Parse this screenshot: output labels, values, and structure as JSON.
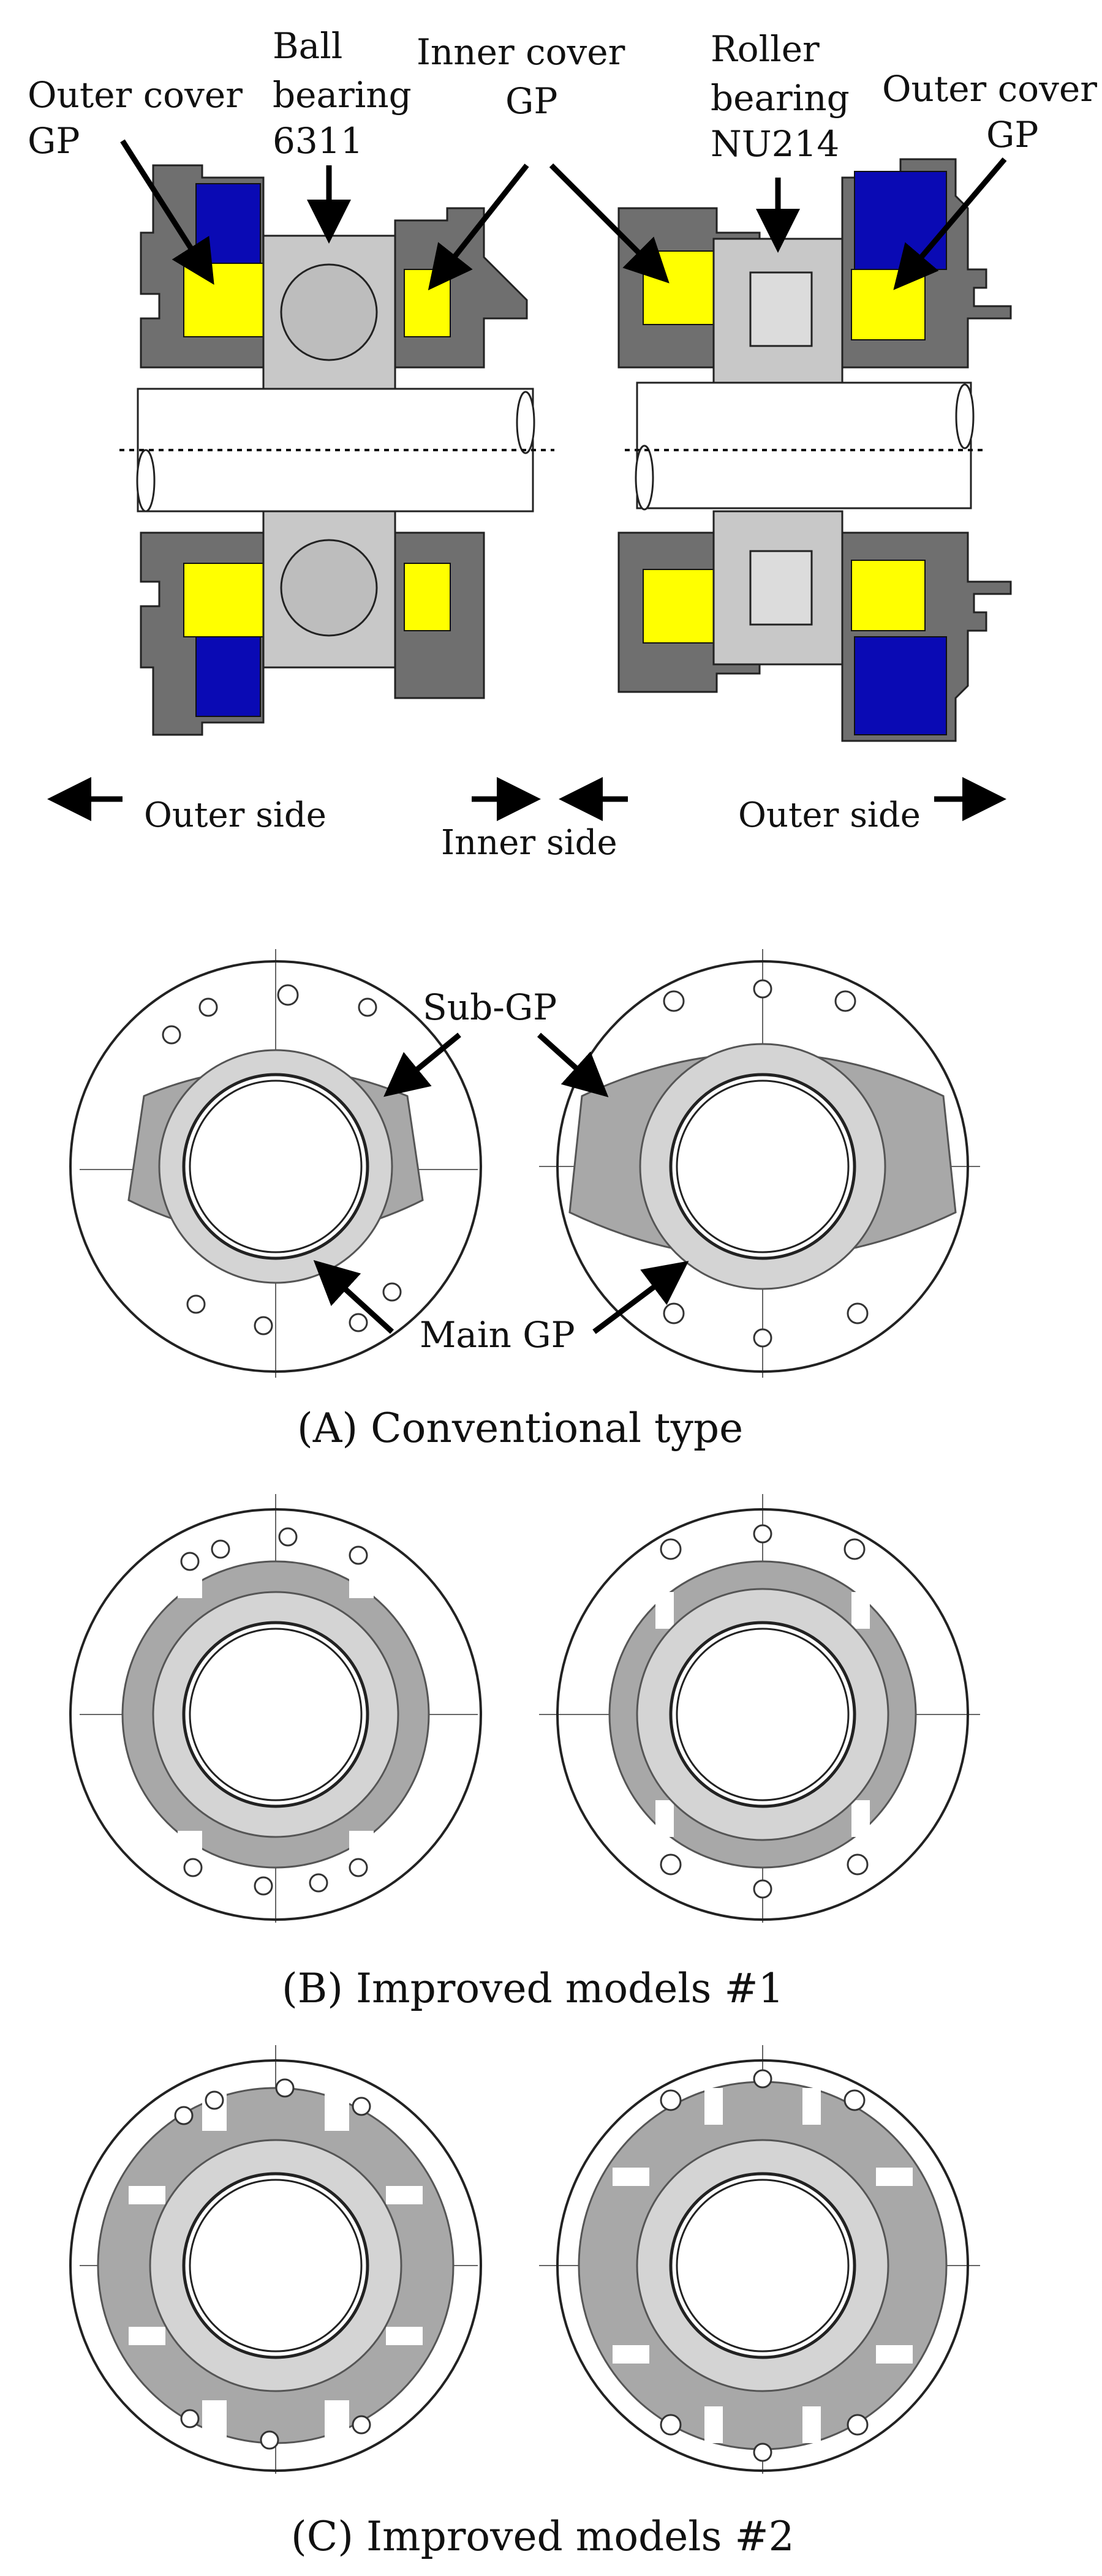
{
  "colors": {
    "yellow": "#ffff00",
    "blue": "#0a0ab4",
    "dark_gray": "#6f6f6f",
    "light_gray": "#c8c8c8",
    "gp_gray": "#a8a8a8",
    "gp_light": "#d4d4d4"
  },
  "top_labels": {
    "outer_cover_left": [
      "Outer cover",
      "GP"
    ],
    "ball_bearing": [
      "Ball",
      "bearing",
      "6311"
    ],
    "inner_cover": [
      "Inner cover",
      "GP"
    ],
    "roller_bearing": [
      "Roller",
      "bearing",
      "NU214"
    ],
    "outer_cover_right": [
      "Outer cover",
      "GP"
    ]
  },
  "direction_labels": {
    "outer_left": "Outer side",
    "inner": "Inner side",
    "outer_right": "Outer side"
  },
  "panel_labels": {
    "sub_gp": "Sub-GP",
    "main_gp": "Main GP"
  },
  "captions": {
    "a": "(A)  Conventional type",
    "b": "(B) Improved models #1",
    "c": "(C)  Improved models #2"
  }
}
